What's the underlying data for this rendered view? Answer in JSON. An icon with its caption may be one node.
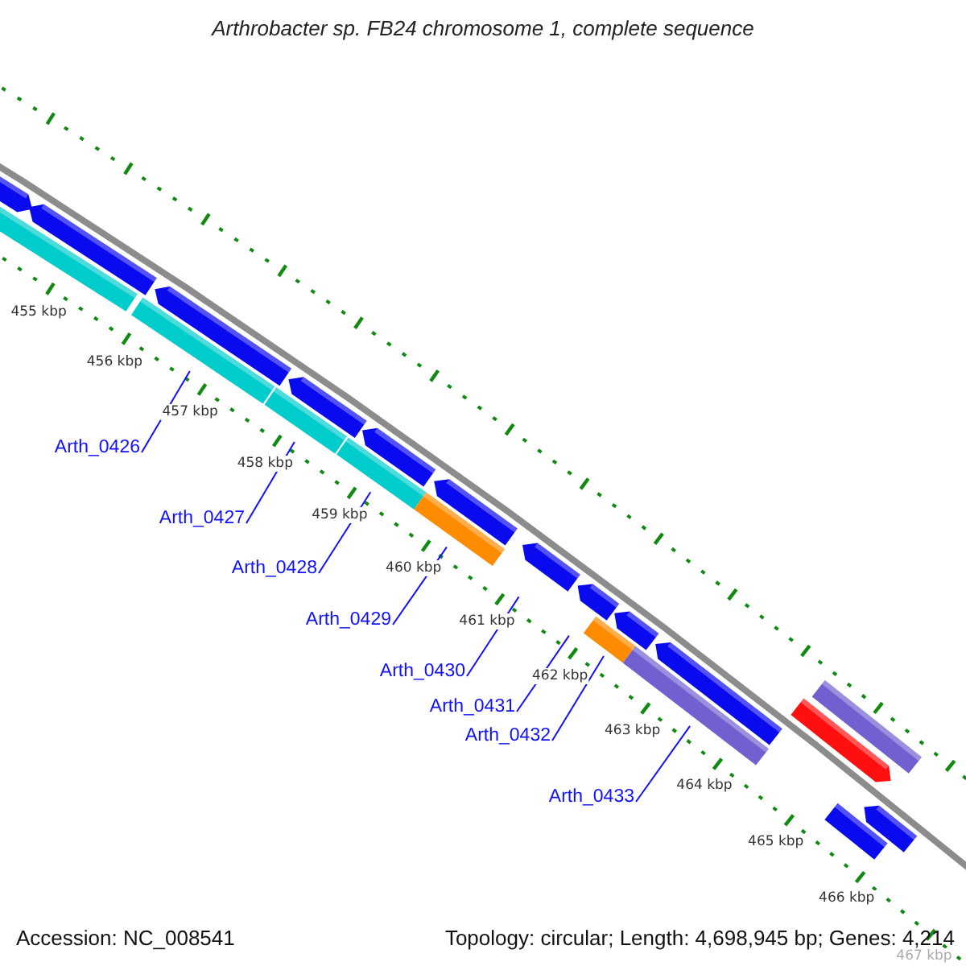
{
  "diagram": {
    "title": "Arthrobacter sp. FB24 chromosome 1, complete sequence",
    "nodes": [
      {
        "text": [
          "Arth_0426"
        ]
      },
      {
        "text": [
          "Arth_0427"
        ]
      },
      {
        "text": [
          "Arth_0428"
        ]
      },
      {
        "text": [
          "Arth_0429"
        ]
      },
      {
        "text": [
          "Arth_0430"
        ]
      },
      {
        "text": [
          "Arth_0431"
        ]
      },
      {
        "text": [
          "Arth_0432"
        ]
      },
      {
        "text": [
          "Arth_0433"
        ]
      }
    ],
    "edges": [
      {
        "from": 0,
        "to": null,
        "arrow": "none"
      },
      {
        "from": 1,
        "to": null,
        "arrow": "none"
      },
      {
        "from": 2,
        "to": null,
        "arrow": "none"
      },
      {
        "from": 3,
        "to": null,
        "arrow": "none"
      },
      {
        "from": 4,
        "to": null,
        "arrow": "none"
      },
      {
        "from": 5,
        "to": null,
        "arrow": "none"
      },
      {
        "from": 6,
        "to": null,
        "arrow": "none"
      },
      {
        "from": 7,
        "to": null,
        "arrow": "none"
      }
    ],
    "labels": [
      "455 kbp",
      "456 kbp",
      "457 kbp",
      "458 kbp",
      "459 kbp",
      "460 kbp",
      "461 kbp",
      "462 kbp",
      "463 kbp",
      "464 kbp",
      "465 kbp",
      "466 kbp",
      "467 kbp",
      "Accession: NC_008541",
      "Topology: circular; Length: 4,698,945 bp; Genes: 4,214"
    ]
  }
}
